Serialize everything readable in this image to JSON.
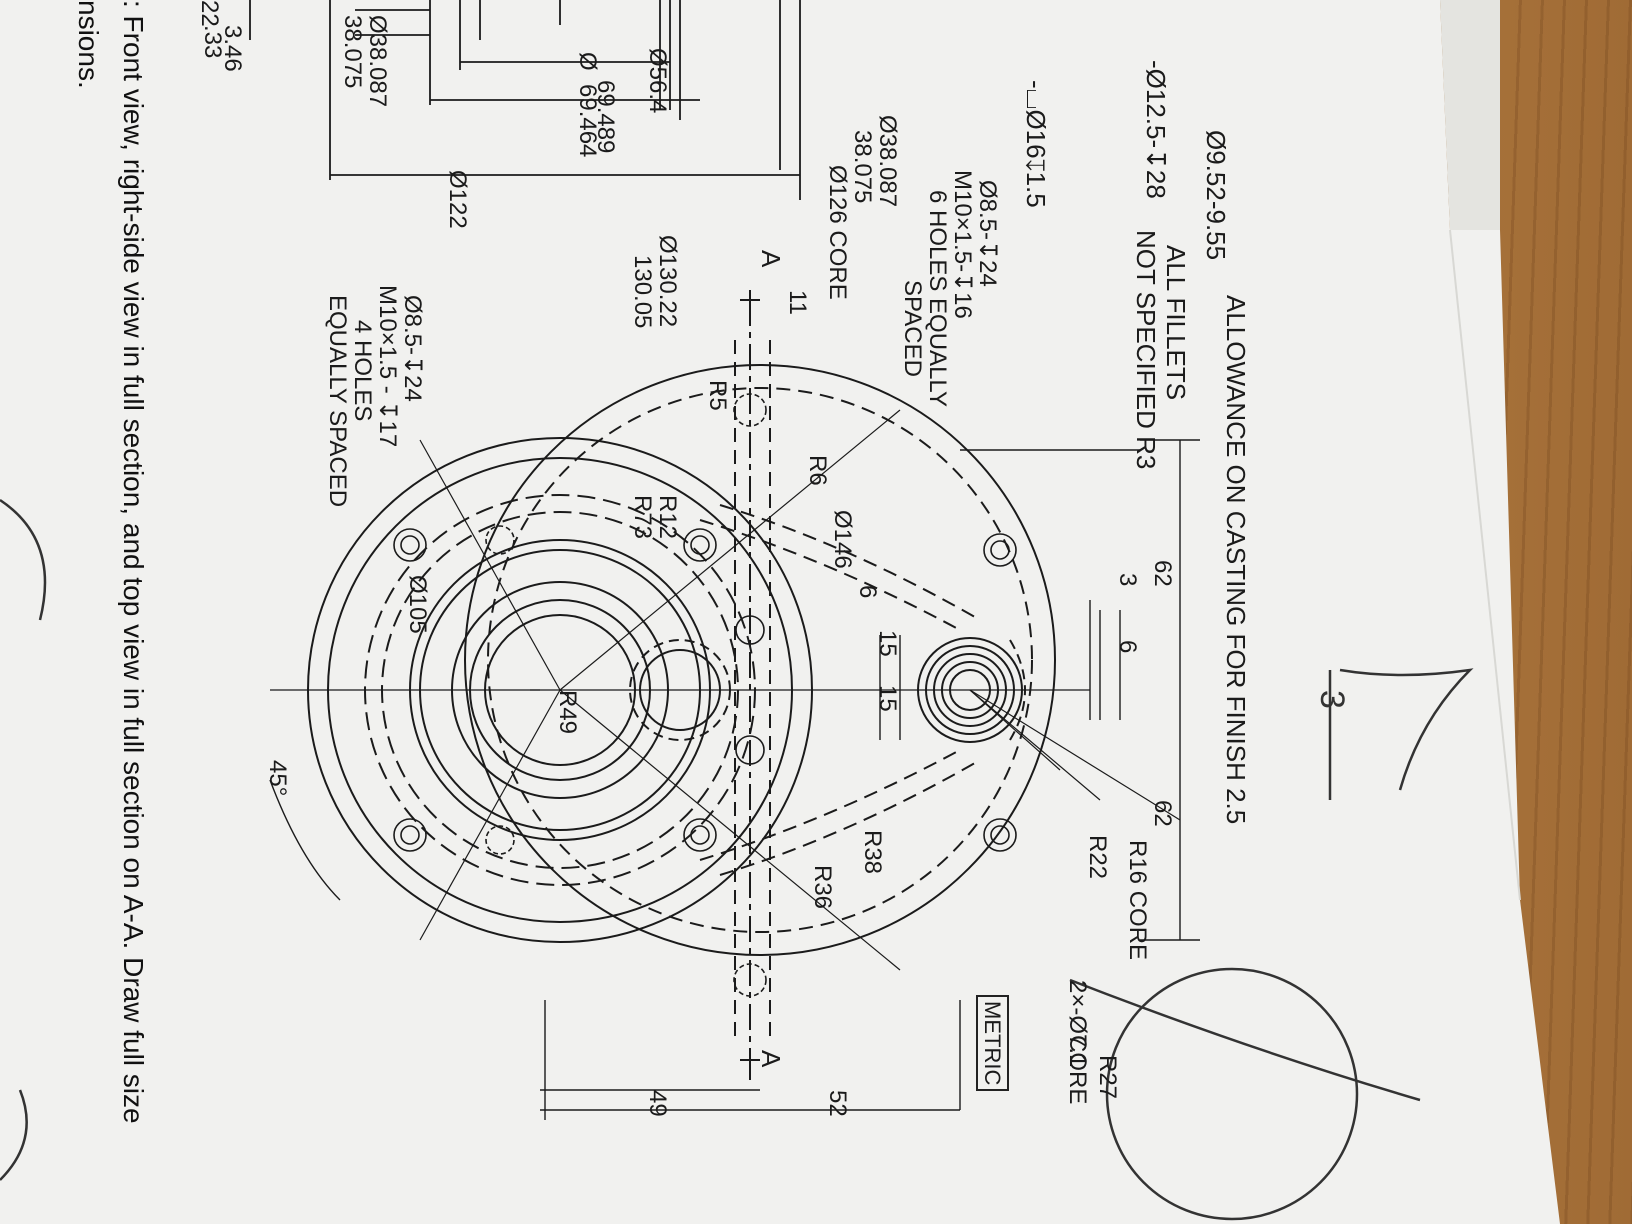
{
  "caption": {
    "line1": ": Front view, right-side view in full section, and top view in full section on A-A. Draw full size",
    "line2": "nsions."
  },
  "notes": {
    "allowance": "ALLOWANCE ON CASTING FOR FINISH 2.5",
    "fillets_1": "ALL FILLETS",
    "fillets_2": "NOT SPECIFIED R3",
    "metric": "METRIC",
    "holes6_1": "Ø8.5-↧24",
    "holes6_2": "M10×1.5-↧16",
    "holes6_3": "6 HOLES EQUALLY",
    "holes6_4": "SPACED",
    "holes4_1": "Ø8.5-↧24",
    "holes4_2": "M10×1.5 - ↧17",
    "holes4_3": "4 HOLES",
    "holes4_4": "EQUALLY SPACED",
    "core126": "Ø126 CORE",
    "core_r16": "R16 CORE",
    "core_r27_1": "R27",
    "core_r27_2": "CORE",
    "two_x": "2×-Ø7.1",
    "section_left": "A",
    "section_right": "A",
    "handwritten": "3"
  },
  "dims": {
    "d952": "Ø9.52-9.55",
    "d125": "-Ø12.5-↧28",
    "d16": "-⌴Ø16↧1.5",
    "d3846": "3.46",
    "d33": ".33",
    "n22": "22",
    "d38087_a": "Ø38.087",
    "d38075_a": "38.075",
    "d564": "Ø56.4",
    "d69489": "69.489",
    "d69464": "69.464",
    "d69sym": "Ø",
    "d38087_b": "Ø38.087",
    "d38075_b": "38.075",
    "d122": "Ø122",
    "d13022": "Ø130.22",
    "d13005": "130.05",
    "n11": "11",
    "r5": "R5",
    "r6": "R6",
    "r12": "R12",
    "r73": "R73",
    "d146": "Ø146",
    "d105": "Ø105",
    "r49": "R49",
    "n6a": "6",
    "n15a": "15",
    "n15b": "15",
    "n62a": "62",
    "n62b": "62",
    "n3": "3",
    "n6b": "6",
    "r22": "R22",
    "r38": "R38",
    "r36": "R36",
    "a45": "45°",
    "n49": "49",
    "n52": "52"
  }
}
